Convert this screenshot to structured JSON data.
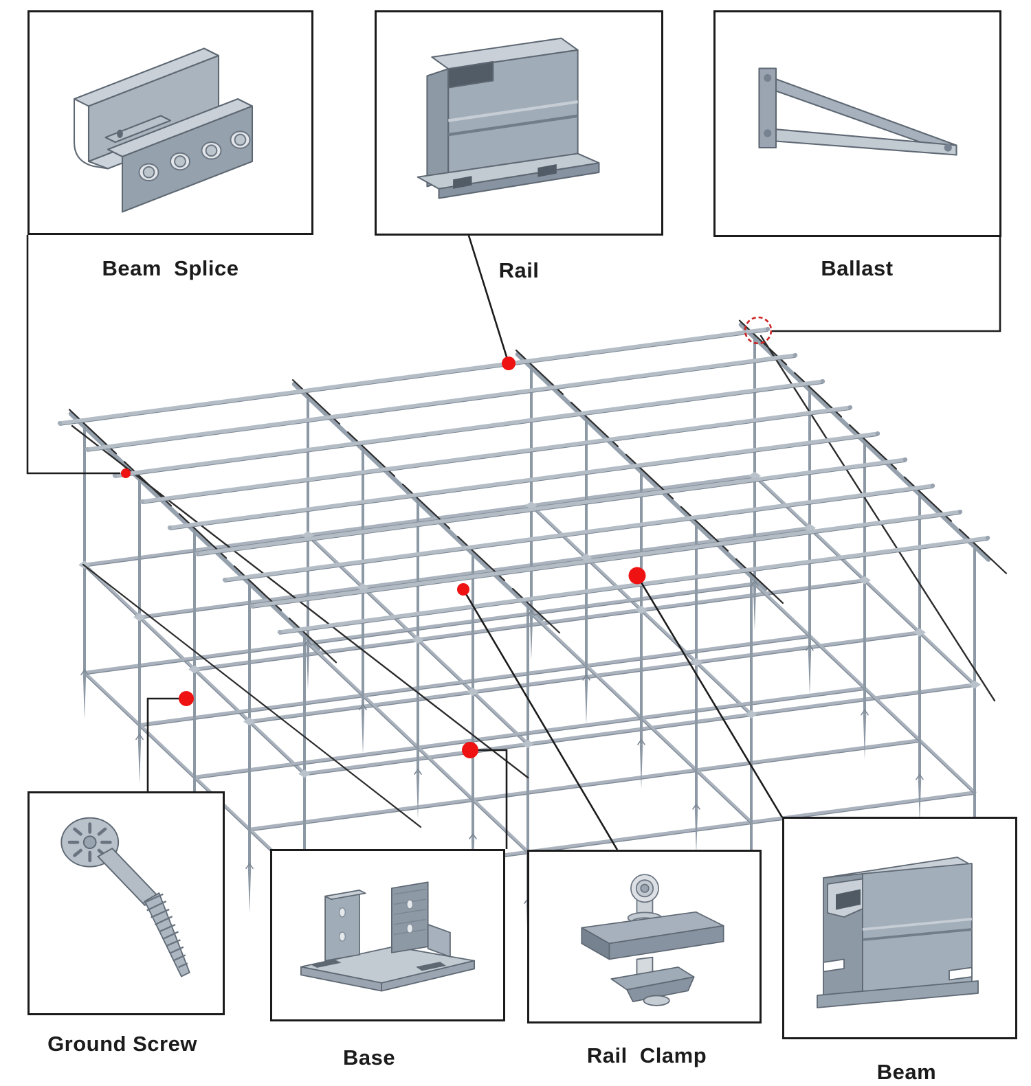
{
  "colors": {
    "accent_red": "#ee1212",
    "leader_line": "#1c1c1c",
    "box_border": "#1b1b1b",
    "steel_light": "#b6bfc8",
    "steel_mid": "#9aa5b2",
    "steel_dark": "#6e7884",
    "background": "#ffffff"
  },
  "components": [
    {
      "id": "beam-splice",
      "label": "Beam  Splice"
    },
    {
      "id": "rail",
      "label": "Rail"
    },
    {
      "id": "ballast",
      "label": "Ballast"
    },
    {
      "id": "ground-screw",
      "label": "Ground Screw"
    },
    {
      "id": "base",
      "label": "Base"
    },
    {
      "id": "rail-clamp",
      "label": "Rail  Clamp"
    },
    {
      "id": "beam",
      "label": "Beam"
    }
  ]
}
